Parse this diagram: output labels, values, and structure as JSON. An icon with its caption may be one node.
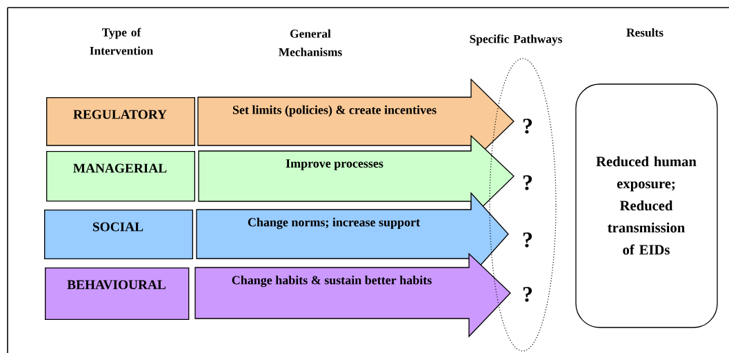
{
  "diagram": {
    "nodes": [
      {
        "text": [
          "REGULATORY"
        ]
      },
      {
        "text": [
          "MANAGERIAL"
        ]
      },
      {
        "text": [
          "SOCIAL"
        ]
      },
      {
        "text": [
          "BEHAVIOURAL"
        ]
      },
      {
        "text": [
          "Set limits (policies) & create incentives"
        ]
      },
      {
        "text": [
          "Improve processes"
        ]
      },
      {
        "text": [
          "Change norms; increase support"
        ]
      },
      {
        "text": [
          "Change habits & sustain better habits"
        ]
      },
      {
        "text": [],
        "shape": "ellipse"
      },
      {
        "text": [
          "Reduced human exposure; Reduced transmission of EIDs"
        ]
      }
    ],
    "labels": [
      "Type of Intervention",
      "General Mechanisms",
      "Specific Pathways",
      "Results",
      "?",
      "?",
      "?",
      "?"
    ]
  }
}
